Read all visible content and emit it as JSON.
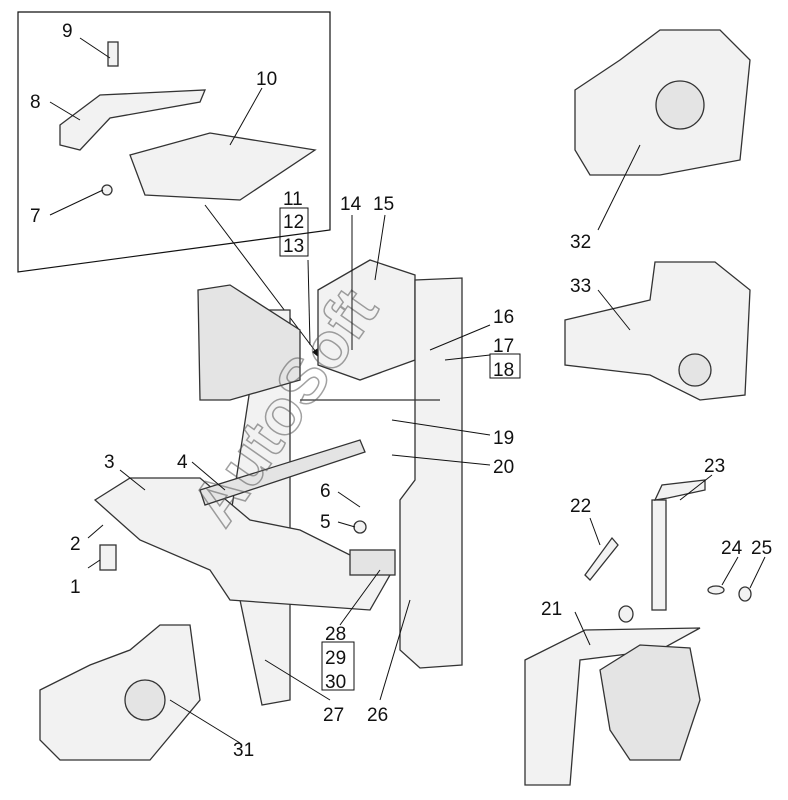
{
  "title": "Tow hitch assembly parts diagram",
  "watermark": "AutoSoft",
  "callouts": [
    "1",
    "2",
    "3",
    "4",
    "5",
    "6",
    "7",
    "8",
    "9",
    "10",
    "11",
    "12",
    "13",
    "14",
    "15",
    "16",
    "17",
    "18",
    "19",
    "20",
    "21",
    "22",
    "23",
    "24",
    "25",
    "26",
    "27",
    "28",
    "29",
    "30",
    "31",
    "32",
    "33"
  ]
}
